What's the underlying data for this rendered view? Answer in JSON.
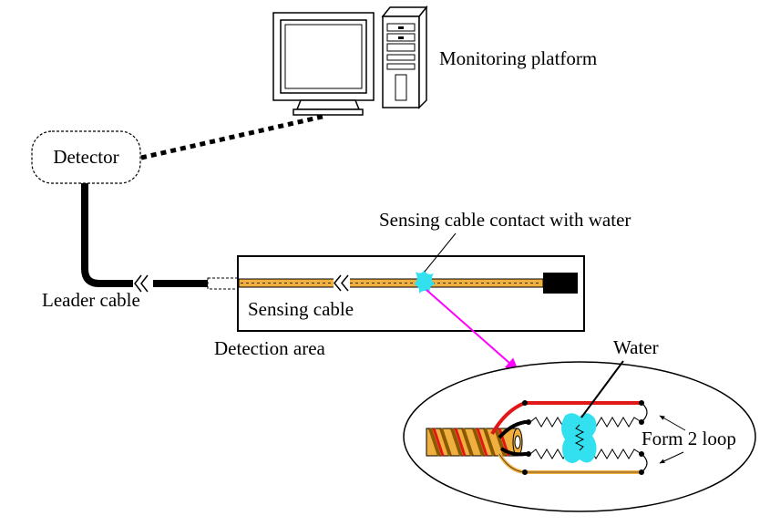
{
  "labels": {
    "monitoring_platform": "Monitoring platform",
    "detector": "Detector",
    "sensing_contact": "Sensing cable contact with water",
    "leader_cable": "Leader cable",
    "sensing_cable": "Sensing cable",
    "detection_area": "Detection area",
    "water": "Water",
    "form_loop": "Form 2 loop"
  },
  "icons": {
    "computer": "desktop-computer-icon",
    "water_drop": "water-splash-icon"
  },
  "colors": {
    "sensing_cable": "#F0B040",
    "water": "#33E0F0",
    "arrow": "#FF00FF",
    "red_wire": "#E01818"
  }
}
